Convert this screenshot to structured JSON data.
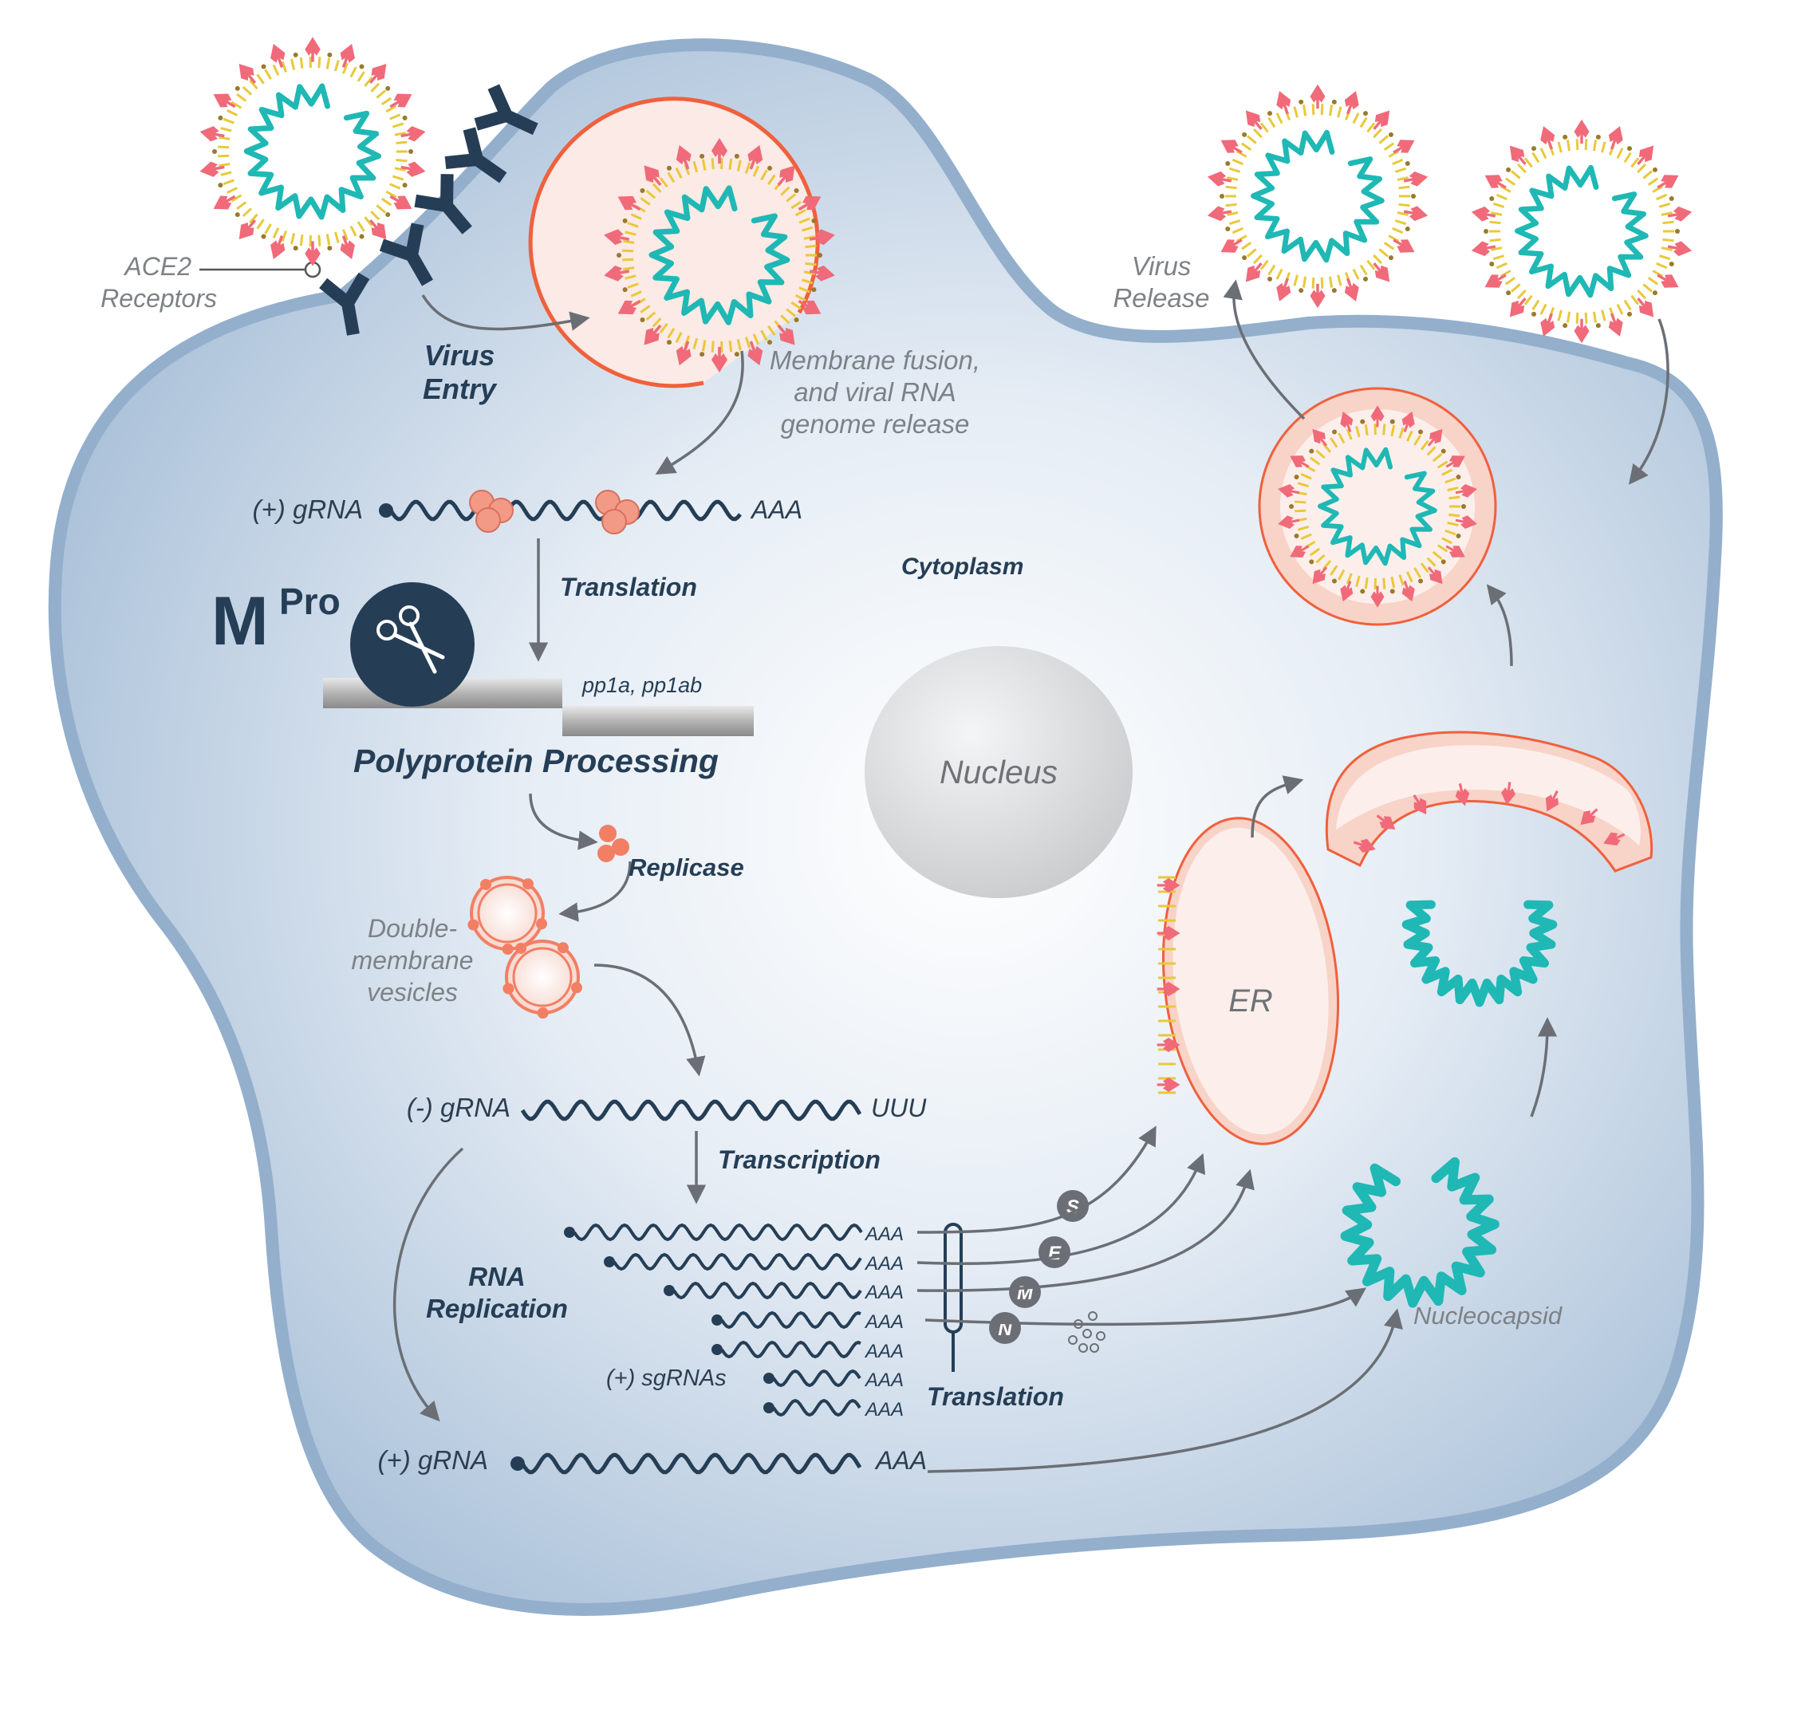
{
  "labels": {
    "ace2": [
      "ACE2",
      "Receptors"
    ],
    "virus_entry": [
      "Virus",
      "Entry"
    ],
    "membrane_fusion": [
      "Membrane fusion,",
      "and viral RNA",
      "genome release"
    ],
    "gRNA_plus_top": "(+) gRNA",
    "aaa": "AAA",
    "translation_top": "Translation",
    "mpro_main": "M",
    "mpro_sup": "Pro",
    "pp1a": "pp1a, pp1ab",
    "polyprotein": "Polyprotein Processing",
    "cytoplasm": "Cytoplasm",
    "nucleus": "Nucleus",
    "replicase": "Replicase",
    "dmv": [
      "Double-",
      "membrane",
      "vesicles"
    ],
    "gRNA_minus": "(-) gRNA",
    "uuu": "UUU",
    "transcription": "Transcription",
    "rna_replication": [
      "RNA",
      "Replication"
    ],
    "sgRNAs": "(+) sgRNAs",
    "translation_bottom": "Translation",
    "gRNA_plus_bottom": "(+) gRNA",
    "er": "ER",
    "nucleocapsid": "Nucleocapsid",
    "virus_release": [
      "Virus",
      "Release"
    ],
    "proteins": [
      "S",
      "E",
      "M",
      "N"
    ]
  },
  "colors": {
    "cell_fill": "#dde6f0",
    "cell_border": "#93afcc",
    "navy": "#253e56",
    "spike": "#f06a7a",
    "envelope": "#e8c93a",
    "capsid": "#1fb8b5",
    "membrane_red": "#f0603c",
    "vesicle_fill": "#fbe3dc",
    "arrow": "#6b6f75",
    "nucleus": "#d8dadc"
  }
}
